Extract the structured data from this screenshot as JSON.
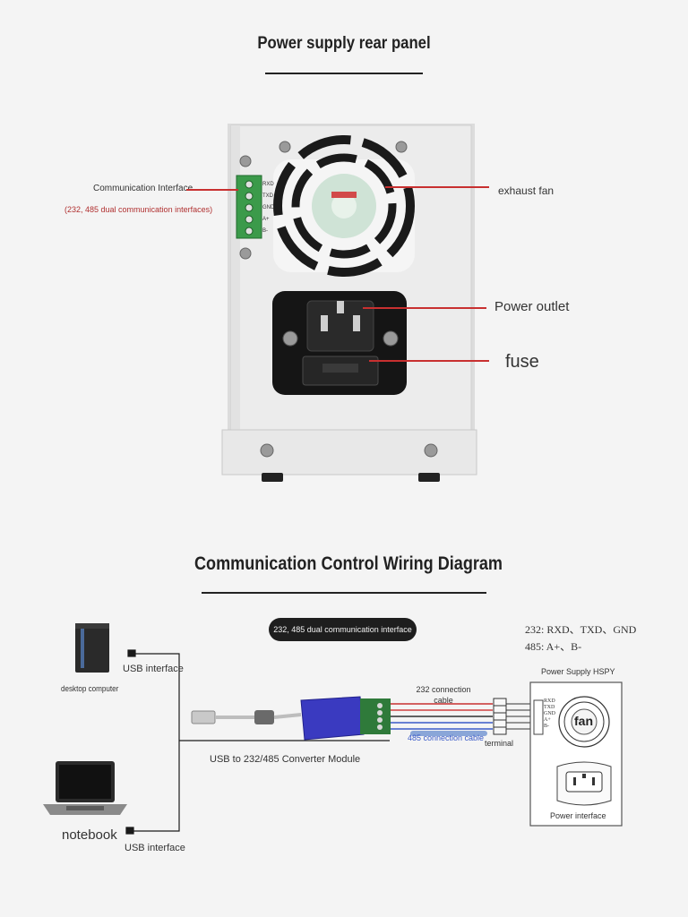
{
  "rear_panel": {
    "title": "Power supply rear panel",
    "comm_interface_label": "Communication Interface",
    "comm_interface_sublabel": "(232, 485 dual communication interfaces)",
    "terminal_pins": [
      "RXD",
      "TXD",
      "GND",
      "A+",
      "B-"
    ],
    "exhaust_fan_label": "exhaust fan",
    "power_outlet_label": "Power outlet",
    "fuse_label": "fuse"
  },
  "wiring": {
    "title": "Communication Control Wiring Diagram",
    "badge_label": "232, 485 dual communication interface",
    "protocol_232": "232: RXD、TXD、GND",
    "protocol_485": "485: A+、B-",
    "desktop_label": "desktop computer",
    "usb_label_top": "USB interface",
    "notebook_label": "notebook",
    "usb_label_bottom": "USB interface",
    "converter_label": "USB to 232/485 Converter Module",
    "cable_232_label": "232 connection cable",
    "cable_485_label": "485 connection cable",
    "terminal_label": "terminal",
    "psu_label": "Power Supply HSPY",
    "psu_pins": [
      "RXD",
      "TXD",
      "GND",
      "A+",
      "B-"
    ],
    "fan_label": "fan",
    "power_interface_label": "Power interface"
  },
  "colors": {
    "accent_red": "#c83030",
    "terminal_green": "#3b9a4a",
    "converter_blue": "#3a3ac0"
  }
}
